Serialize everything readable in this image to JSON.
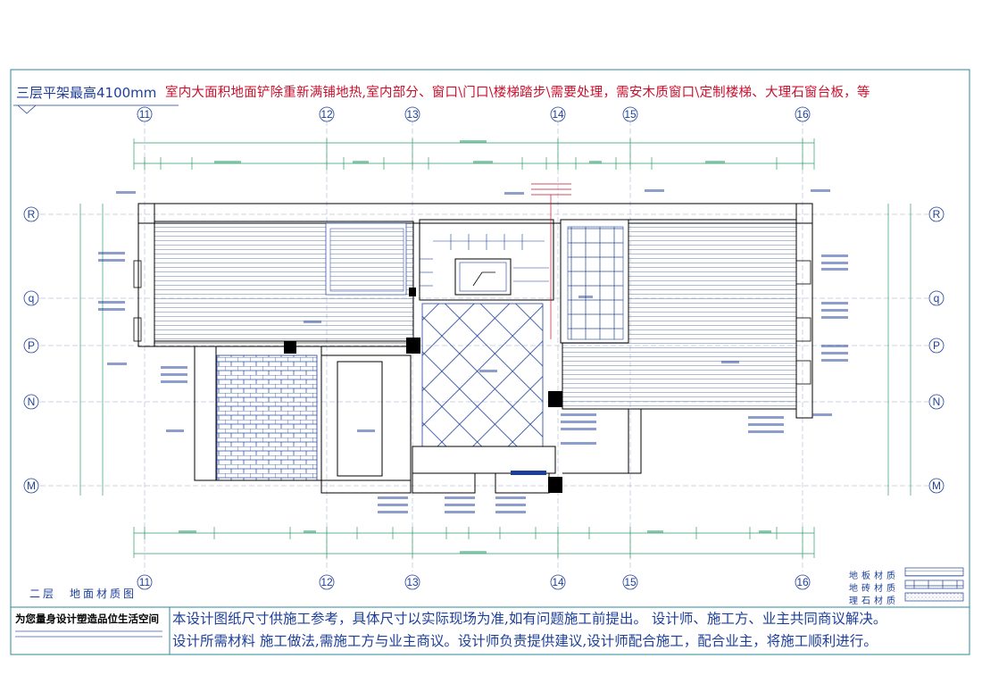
{
  "header": {
    "height_note": "三层平架最高4100mm",
    "scope_note": "室内大面积地面铲除重新满铺地热,室内部分、窗口\\门口\\楼梯踏步\\需要处理，需安木质窗口\\定制楼梯、大理石窗台板，等"
  },
  "grid_columns": [
    "11",
    "12",
    "13",
    "14",
    "15",
    "16"
  ],
  "grid_rows": [
    "R",
    "q",
    "P",
    "N",
    "M"
  ],
  "plan_title": "二层　地面材质图",
  "legend": [
    {
      "label": "地板材质",
      "pattern": "wood-lines"
    },
    {
      "label": "地砖材质",
      "pattern": "tile-grid"
    },
    {
      "label": "理石材质",
      "pattern": "marble-dots"
    }
  ],
  "footer": {
    "brand": "为您量身设计塑造品位生活空间",
    "line1": "本设计图纸尺寸供施工参考，具体尺寸以实际现场为准,如有问题施工前提出。 设计师、施工方、业主共同商议解决。",
    "line2": "设计所需材料 施工做法,需施工方与业主商议。设计师负责提供建议,设计师配合施工，配合业主，将施工顺利进行。"
  },
  "colors": {
    "line": "#1d3f9a",
    "red": "#c8102e",
    "dim": "#2e9e6a",
    "wall": "#000000"
  }
}
